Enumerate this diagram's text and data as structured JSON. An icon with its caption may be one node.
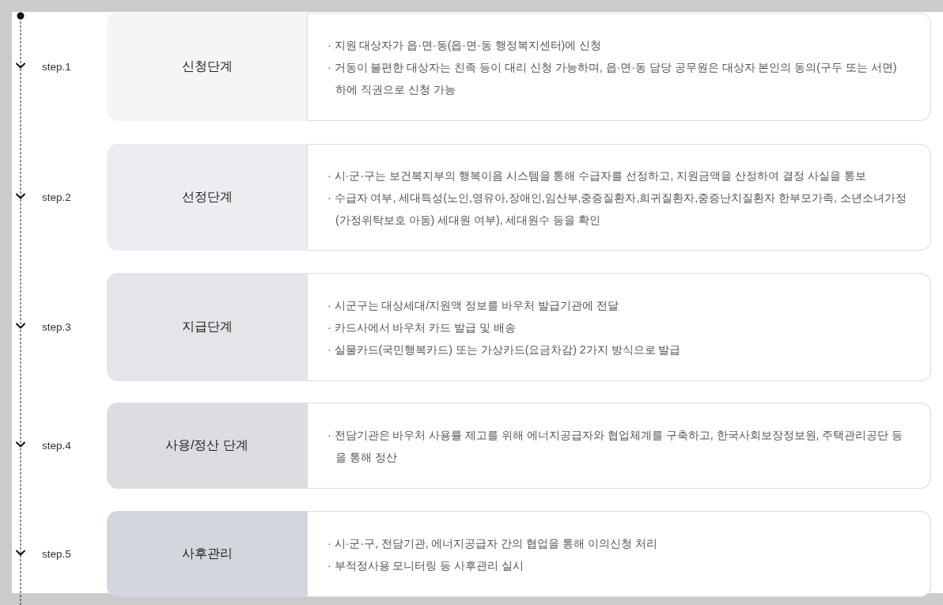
{
  "diagram": {
    "nodes": [
      {
        "text": [
          "신청단계",
          "· 지원 대상자가 읍·면·동(읍·면·동 행정복지센터)에 신청",
          "· 거동이 불편한 대상자는 친족 등이 대리 신청 가능하며, 읍·면·동 담당 공무원은 대상자 본인의 동의(구두 또는 서면) 하에 직권으로 신청 가능"
        ],
        "beside": [
          "step.1"
        ]
      },
      {
        "text": [
          "선정단계",
          "· 시·군·구는 보건복지부의 행복이음 시스템을 통해 수급자를 선정하고, 지원금액을 산정하여 결정 사실을 통보",
          "· 수급자 여부, 세대특성(노인,영유아,장애인,임산부,중증질환자,희귀질환자,중증난치질환자 한부모가족, 소년소녀가정(가정위탁보호 아동) 세대원 여부), 세대원수 등을 확인"
        ],
        "beside": [
          "step.2"
        ]
      },
      {
        "text": [
          "지급단계",
          "· 시군구는 대상세대/지원액 정보를 바우처 발급기관에 전달",
          "· 카드사에서 바우처 카드 발급 및 배송",
          "· 실물카드(국민행복카드) 또는 가상카드(요금차감) 2가지 방식으로 발급"
        ],
        "beside": [
          "step.3"
        ]
      },
      {
        "text": [
          "사용/정산 단계",
          "· 전담기관은 바우처 사용률 제고를 위해 에너지공급자와 협업체계를 구축하고, 한국사회보장정보원, 주택관리공단 등을 통해 정산"
        ],
        "beside": [
          "step.4"
        ]
      },
      {
        "text": [
          "사후관리",
          "· 시·군·구, 전담기관, 에너지공급자 간의 협업을 통해 이의신청 처리",
          "· 부적정사용 모니터링 등 사후관리 실시"
        ],
        "beside": [
          "step.5"
        ]
      }
    ]
  }
}
